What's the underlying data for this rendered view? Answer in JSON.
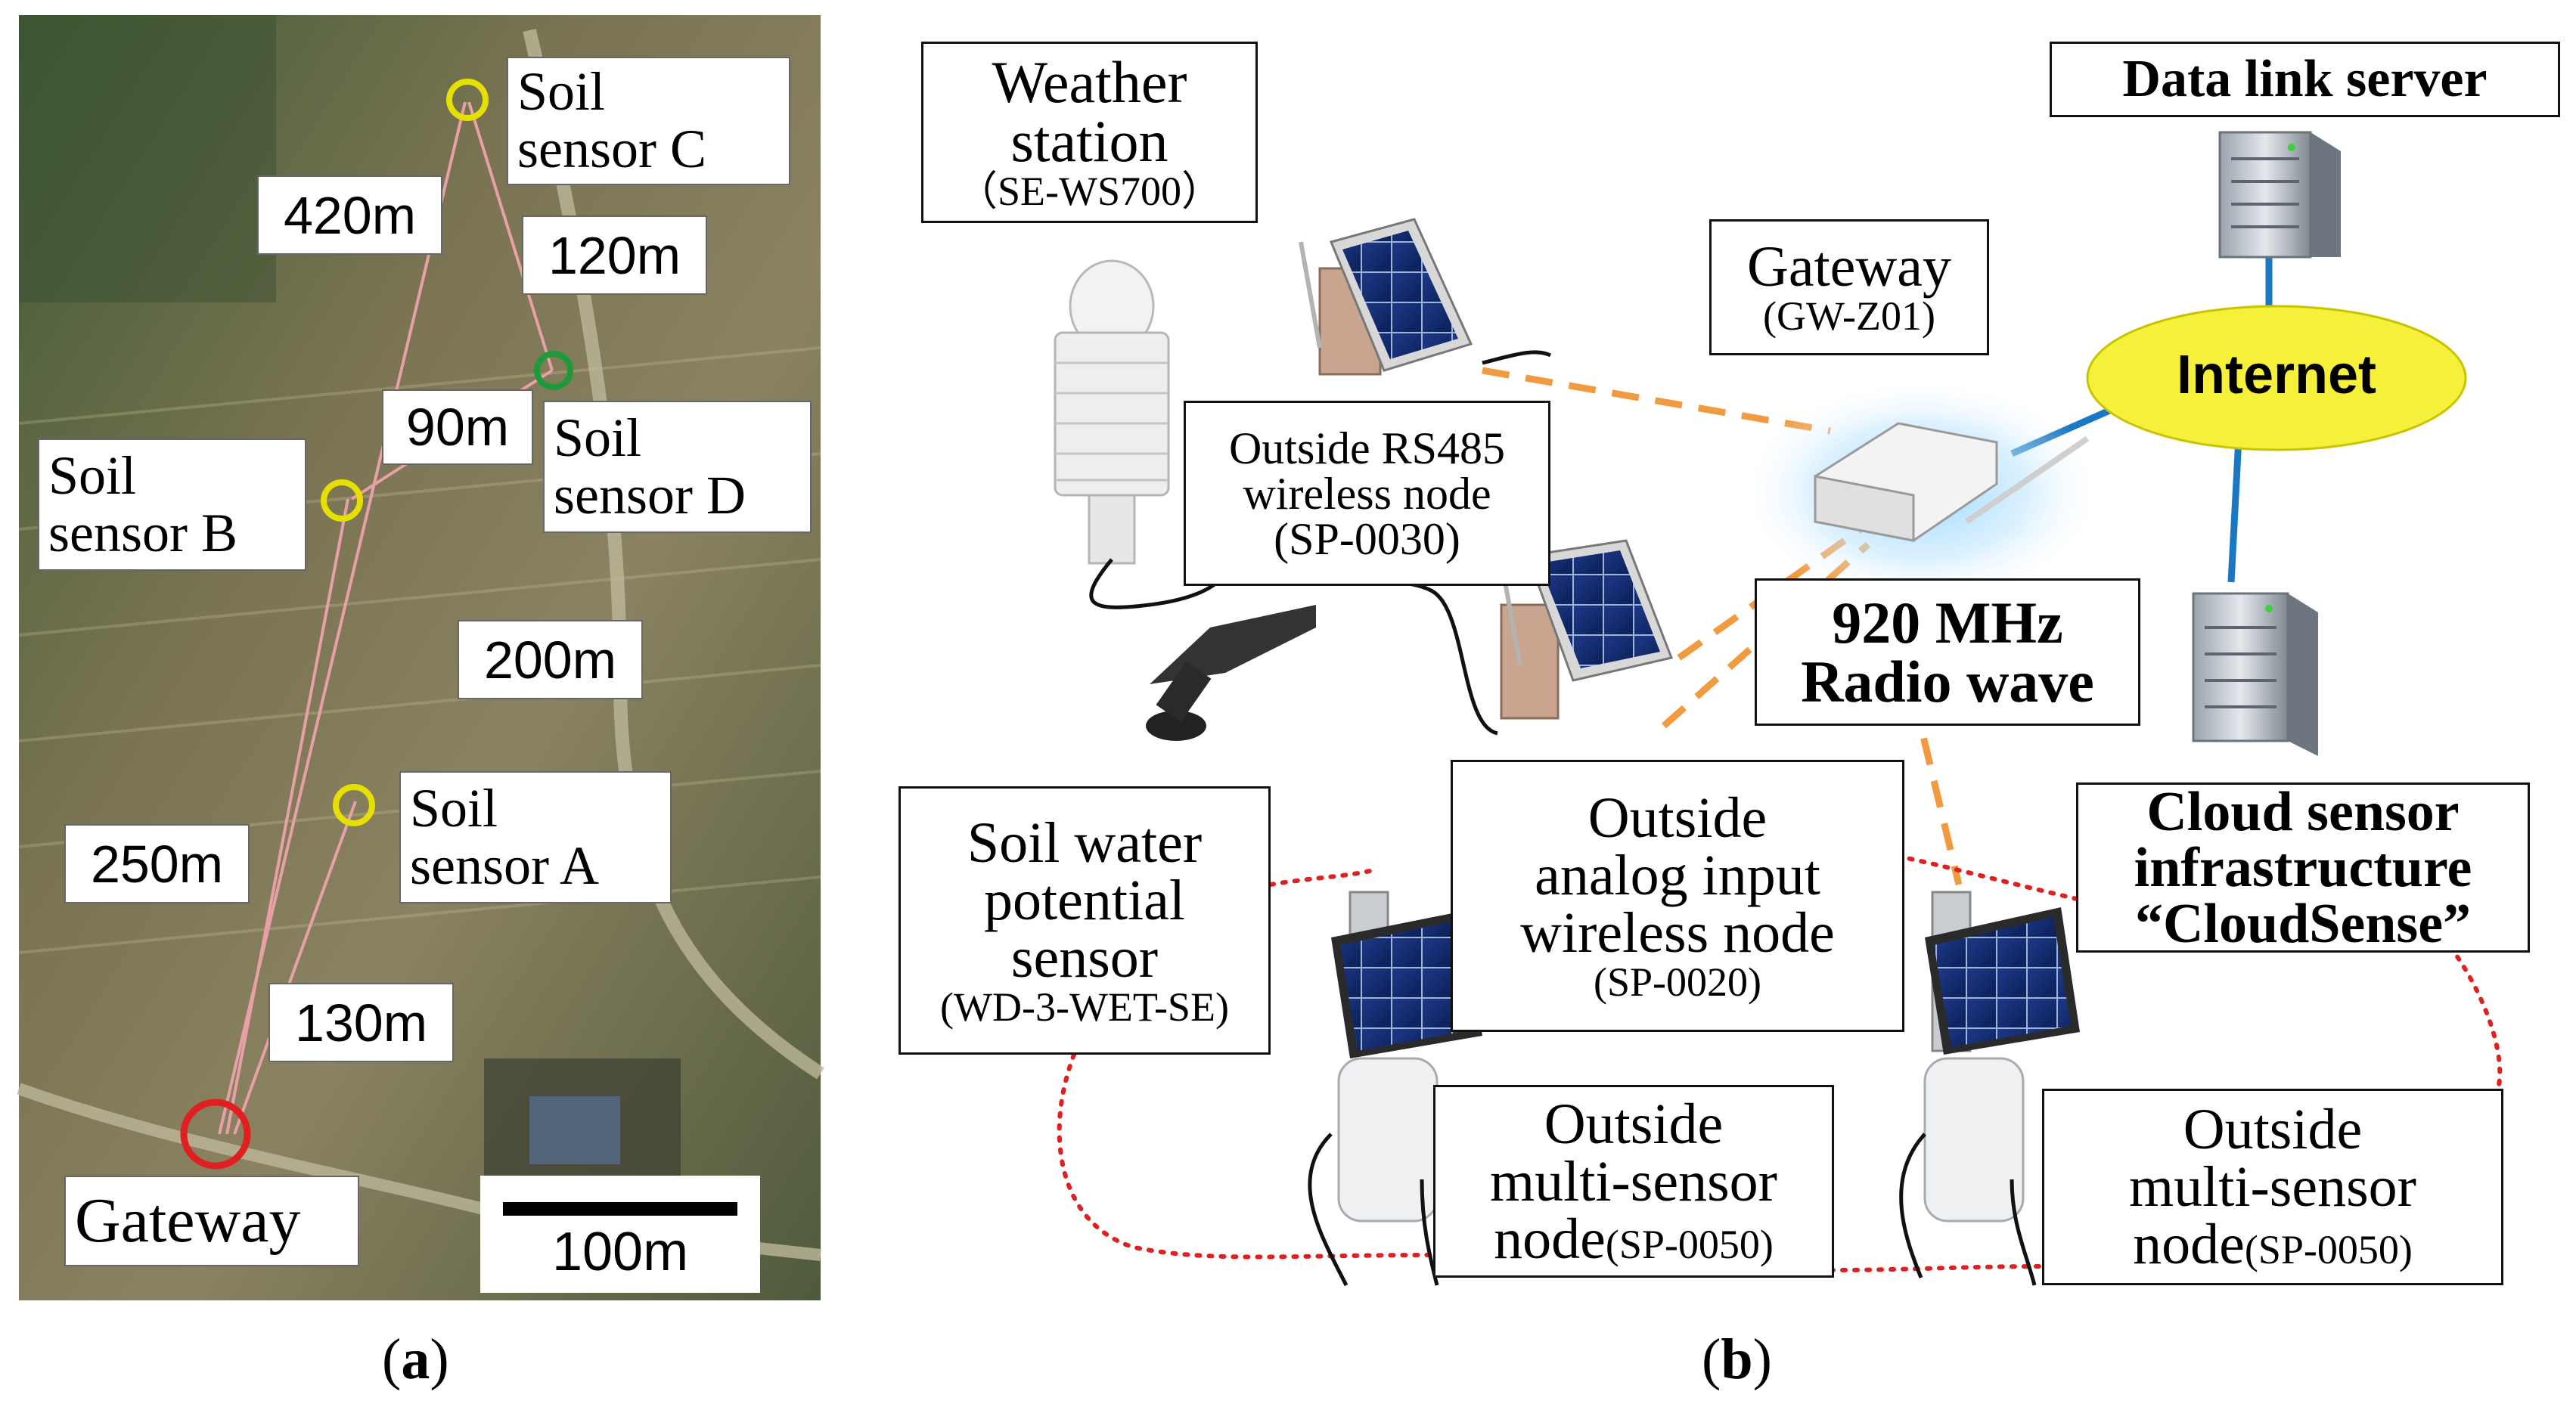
{
  "panel_a": {
    "caption_letter": "a",
    "sensor_c": [
      "Soil",
      "sensor C"
    ],
    "sensor_d": [
      "Soil",
      "sensor D"
    ],
    "sensor_b": [
      "Soil",
      "sensor B"
    ],
    "sensor_a": [
      "Soil",
      "sensor A"
    ],
    "gateway": "Gateway",
    "dist_420": "420m",
    "dist_120": "120m",
    "dist_90": "90m",
    "dist_200": "200m",
    "dist_250": "250m",
    "dist_130": "130m",
    "scale": "100m"
  },
  "panel_b": {
    "caption_letter": "b",
    "weather_station": [
      "Weather",
      "station",
      "（SE-WS700）"
    ],
    "data_link_server": "Data link server",
    "gateway": [
      "Gateway",
      "(GW-Z01)"
    ],
    "internet": "Internet",
    "rs485_node": [
      "Outside RS485",
      "wireless node",
      "(SP-0030)"
    ],
    "radio": [
      "920 MHz",
      "Radio wave"
    ],
    "soil_water_sensor": [
      "Soil water",
      "potential",
      "sensor",
      "(WD-3-WET-SE)"
    ],
    "analog_node": [
      "Outside",
      "analog input",
      "wireless node",
      "(SP-0020)"
    ],
    "cloud": [
      "Cloud sensor",
      "infrastructure",
      "“CloudSense”"
    ],
    "multi_node_1": [
      "Outside",
      "multi-sensor",
      "node",
      "(SP-0050)"
    ],
    "multi_node_2": [
      "Outside",
      "multi-sensor",
      "node",
      "(SP-0050)"
    ]
  },
  "colors": {
    "aerial_dark": "#4b5a3a",
    "aerial_mid": "#6f6a4a",
    "sensor_ring": "#e5e000",
    "sensor_d_ring": "#1f9a3a",
    "gateway_ring": "#e02020",
    "link_line": "#e8a0a8",
    "radio_dash": "#f29a40",
    "net_line": "#1a78c2",
    "internet_fill": "#f5f03a",
    "dotted": "#e02020"
  }
}
